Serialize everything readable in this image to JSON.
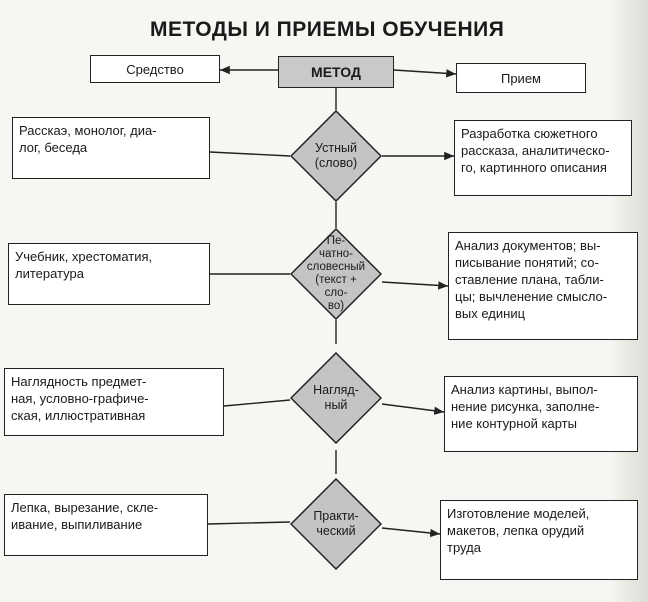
{
  "title": "МЕТОДЫ И ПРИЕМЫ ОБУЧЕНИЯ",
  "header": {
    "means": "Средство",
    "method": "МЕТОД",
    "technique": "Прием"
  },
  "rows": [
    {
      "means": "Расскаэ, монолог, диа-\nлог, беседа",
      "method": "Устный\n(слово)",
      "technique": "Разработка сюжетного\nрассказа, аналитическо-\nго, картинного описания"
    },
    {
      "means": "Учебник, хрестоматия,\nлитература",
      "method": "Пе-\nчатно-\nсловесный\n(текст +\nсло-\nво)",
      "technique": "Анализ документов; вы-\nписывание понятий; со-\nставление плана, табли-\nцы; вычленение смысло-\nвых единиц"
    },
    {
      "means": "Наглядность предмет-\nная, условно-графиче-\nская, иллюстративная",
      "method": "Нагляд-\nный",
      "technique": "Анализ картины, выпол-\nнение рисунка, заполне-\nние контурной карты"
    },
    {
      "means": "Лепка, вырезание, скле-\nивание, выпиливание",
      "method": "Практи-\nческий",
      "technique": "Изготовление моделей,\nмакетов, лепка орудий\nтруда"
    }
  ],
  "colors": {
    "diamond_fill": "#c4c4c4",
    "head_fill": "#c9c9c9",
    "line": "#222222"
  }
}
